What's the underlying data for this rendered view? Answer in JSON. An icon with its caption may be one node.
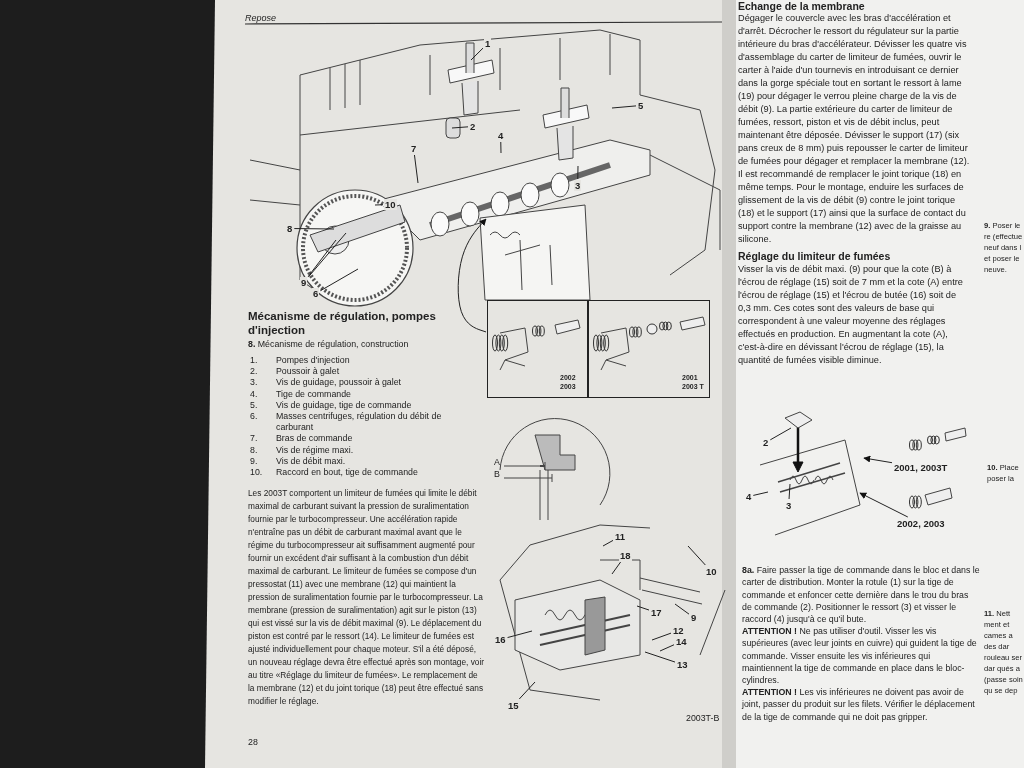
{
  "diagram": {
    "nodes": [
      {
        "text": [
          "1"
        ]
      },
      {
        "text": [
          "2"
        ]
      },
      {
        "text": [
          "3"
        ]
      },
      {
        "text": [
          "4"
        ]
      },
      {
        "text": [
          "5"
        ]
      },
      {
        "text": [
          "6"
        ]
      },
      {
        "text": [
          "7"
        ]
      },
      {
        "text": [
          "8"
        ]
      },
      {
        "text": [
          "9"
        ]
      },
      {
        "text": [
          "10"
        ]
      },
      {
        "text": [
          "2002 2003"
        ]
      },
      {
        "text": [
          "2001 2003 T"
        ]
      },
      {
        "text": [
          "11"
        ]
      },
      {
        "text": [
          "18"
        ]
      },
      {
        "text": [
          "10"
        ]
      },
      {
        "text": [
          "9"
        ]
      },
      {
        "text": [
          "17"
        ]
      },
      {
        "text": [
          "12"
        ]
      },
      {
        "text": [
          "14"
        ]
      },
      {
        "text": [
          "13"
        ]
      },
      {
        "text": [
          "16"
        ]
      },
      {
        "text": [
          "15"
        ]
      },
      {
        "text": [
          "2"
        ]
      },
      {
        "text": [
          "4"
        ]
      },
      {
        "text": [
          "3"
        ]
      },
      {
        "text": [
          "2001, 2003T"
        ]
      },
      {
        "text": [
          "2002, 2003"
        ]
      }
    ],
    "edges": [
      {
        "from": 0,
        "to": null,
        "arrow": "none"
      },
      {
        "from": 1,
        "to": null,
        "arrow": "none"
      },
      {
        "from": 2,
        "to": null,
        "arrow": "none"
      },
      {
        "from": 3,
        "to": null,
        "arrow": "none"
      },
      {
        "from": 4,
        "to": null,
        "arrow": "none"
      },
      {
        "from": 5,
        "to": null,
        "arrow": "none"
      },
      {
        "from": 6,
        "to": null,
        "arrow": "none"
      },
      {
        "from": 7,
        "to": null,
        "arrow": "none"
      },
      {
        "from": 8,
        "to": null,
        "arrow": "none"
      },
      {
        "from": 8,
        "to": null,
        "arrow": "none"
      },
      {
        "from": 9,
        "to": null,
        "arrow": "none"
      },
      {
        "from": 10,
        "to": null,
        "arrow": "to"
      },
      {
        "from": 12,
        "to": null,
        "arrow": "none"
      },
      {
        "from": 13,
        "to": null,
        "arrow": "none"
      },
      {
        "from": 14,
        "to": null,
        "arrow": "none"
      },
      {
        "from": 15,
        "to": null,
        "arrow": "none"
      },
      {
        "from": 16,
        "to": null,
        "arrow": "none"
      },
      {
        "from": 17,
        "to": null,
        "arrow": "none"
      },
      {
        "from": 18,
        "to": null,
        "arrow": "none"
      },
      {
        "from": 19,
        "to": null,
        "arrow": "none"
      },
      {
        "from": 20,
        "to": null,
        "arrow": "none"
      },
      {
        "from": 21,
        "to": null,
        "arrow": "none"
      },
      {
        "from": 22,
        "to": null,
        "arrow": "none"
      },
      {
        "from": 23,
        "to": null,
        "arrow": "none"
      },
      {
        "from": 24,
        "to": null,
        "arrow": "none"
      },
      {
        "from": 25,
        "to": null,
        "arrow": "to"
      },
      {
        "from": 26,
        "to": null,
        "arrow": "to"
      }
    ],
    "labels": [
      "Repose",
      "Mécanisme de régulation, pompes d'injection",
      "**8.** Mécanisme de régulation, construction",
      "1.",
      "Pompes d'injection",
      "2.",
      "Poussoir à galet",
      "3.",
      "Vis de guidage, poussoir à galet",
      "4.",
      "Tige de commande",
      "5.",
      "Vis de guidage, tige de commande",
      "6.",
      "Masses centrifuges, régulation du débit de carburant",
      "7.",
      "Bras de commande",
      "8.",
      "Vis de régime maxi.",
      "9.",
      "Vis de débit maxi.",
      "10.",
      "Raccord en bout, tige de commande",
      "Les 2003T comportent un limiteur de fumées qui limite le débit maximal de carburant suivant la pression de suralimentation fournie par le turbocompresseur. Une accélération rapide n'entraîne pas un débit de carburant maximal avant que le régime du turbocompresseur ait suffisamment augmenté pour fournir un excédent d'air suffisant à la combustion d'un débit maximal de carburant. Le limiteur de fumées se compose d'un pressostat (11) avec une membrane (12) qui maintient la pression de suralimentation fournie par le turbocompresseur. La membrane (pression de suralimentation) agit sur le piston (13) qui est vissé sur la vis de débit maximal (9). Le déplacement du piston est contré par le ressort (14). Le limiteur de fumées est ajusté individuellement pour chaque moteur. S'il a été déposé, un nouveau réglage devra être effectué après son montage, voir au titre «Réglage du limiteur de fumées». Le remplacement de la membrane (12) et du joint torique (18) peut être effectué sans modifier le réglage.",
      "28",
      "A",
      "B",
      "2003T-B",
      "Echange de la membrane",
      "Dégager le couvercle avec les bras d'accélération et d'arrêt. Décrocher le ressort du régulateur sur la partie intérieure du bras d'accélérateur. Dévisser les quatre vis d'assemblage du carter de limiteur de fumées, ouvrir le carter à l'aide d'un tournevis en introduisant ce dernier dans la gorge spéciale tout en sortant le ressort à lame (19) pour dégager le verrou pleine charge de la vis de débit (9). La partie extérieure du carter de limiteur de fumées, ressort, piston et vis de débit inclus, peut maintenant être déposée. Dévisser le support (17) (six pans creux de 8 mm) puis repousser le carter de limiteur de fumées pour dégager et remplacer la membrane (12). Il est recommandé de remplacer le joint torique (18) en même temps. Pour le montage, enduire les surfaces de glissement de la vis de débit (9) contre le joint torique (18) et le support (17) ainsi que la surface de contact du support contre la membrane (12) avec de la graisse au silicone.",
      "Réglage du limiteur de fumées",
      "Visser la vis de débit maxi. (9) pour que la cote (B) à l'écrou de réglage (15) soit de 7 mm et la cote (A) entre l'écrou de réglage (15) et l'écrou de butée (16) soit de 0,3 mm. Ces cotes sont des valeurs de base qui correspondent à une valeur moyenne des réglages effectués en production. En augmentant la cote (A), c'est-à-dire en dévissant l'écrou de réglage (15), la quantité de fumées visible diminue.",
      "**8a.** Faire passer la tige de commande dans le bloc et dans le carter de distribution. Monter la rotule (1) sur la tige de commande et enfoncer cette dernière dans le trou du bras de commande (2). Positionner le ressort (3) et visser le raccord (4) jusqu'à ce qu'il bute.",
      "**ATTENTION !** Ne pas utiliser d'outil. Visser les vis supérieures (avec leur joints en cuivre) qui guident la tige de commande. Visser ensuite les vis inférieures qui maintiennent la tige de commande en place dans le bloc-cylindres.",
      "**ATTENTION !** Les vis inférieures ne doivent pas avoir de joint, passer du produit sur les filets. Vérifier le déplacement de la tige de commande qui ne doit pas gripper.",
      "**9.** Poser le re (effectue neuf dans l et poser le neuve.",
      "**10.** Place poser la",
      "**11.** Nett ment et cames a des dar rouleau ser dar qués a (passe soin qu se dep"
    ]
  }
}
